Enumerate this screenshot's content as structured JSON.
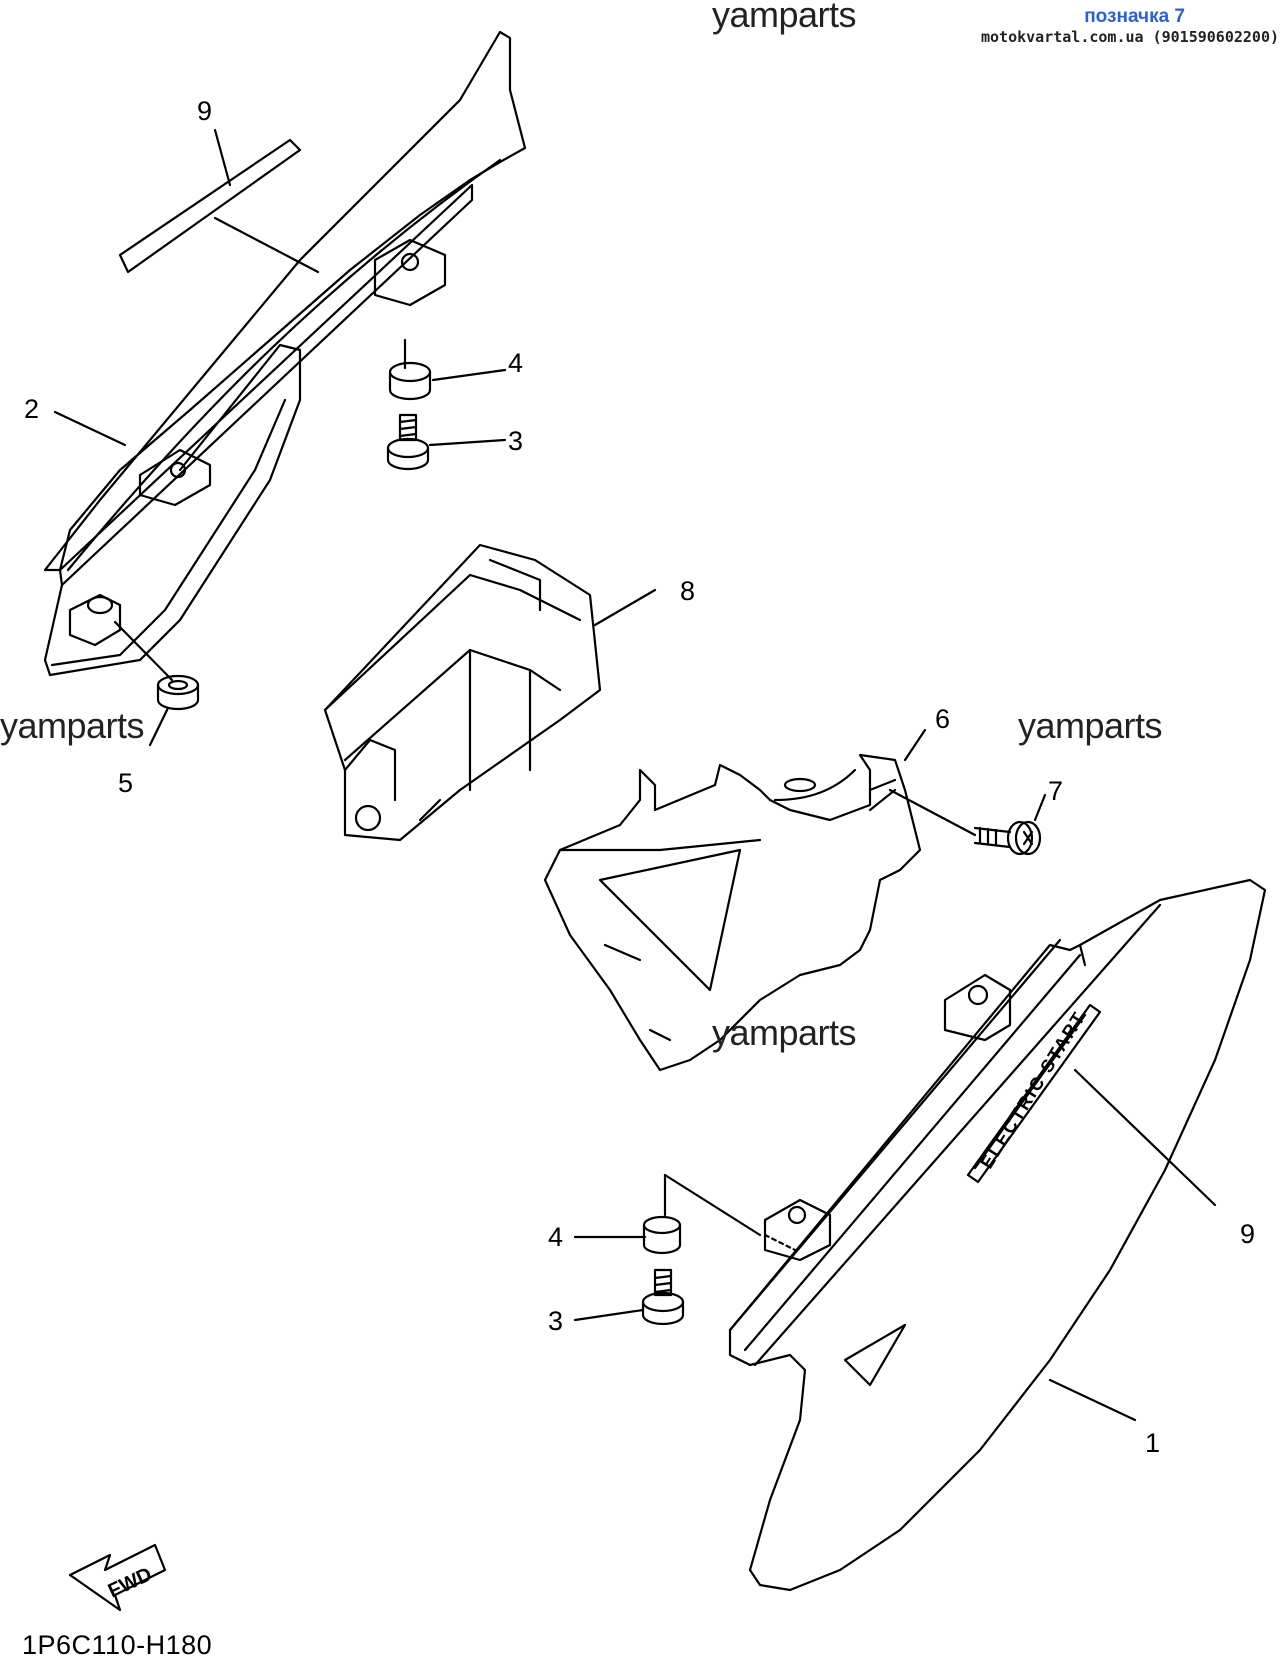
{
  "header": {
    "label": "позначка 7",
    "site": "motokvartal.com.ua (901590602200)"
  },
  "watermarks": [
    "yamparts",
    "yamparts",
    "yamparts",
    "yamparts"
  ],
  "diagram_code": "1P6C110-H180",
  "fwd_label": "FWD",
  "badge_text": "ELECTRIC START",
  "callouts": {
    "c9_top": "9",
    "c2": "2",
    "c4_top": "4",
    "c3_top": "3",
    "c5": "5",
    "c8": "8",
    "c6": "6",
    "c7": "7",
    "c9_bottom": "9",
    "c4_bottom": "4",
    "c3_bottom": "3",
    "c1": "1"
  }
}
